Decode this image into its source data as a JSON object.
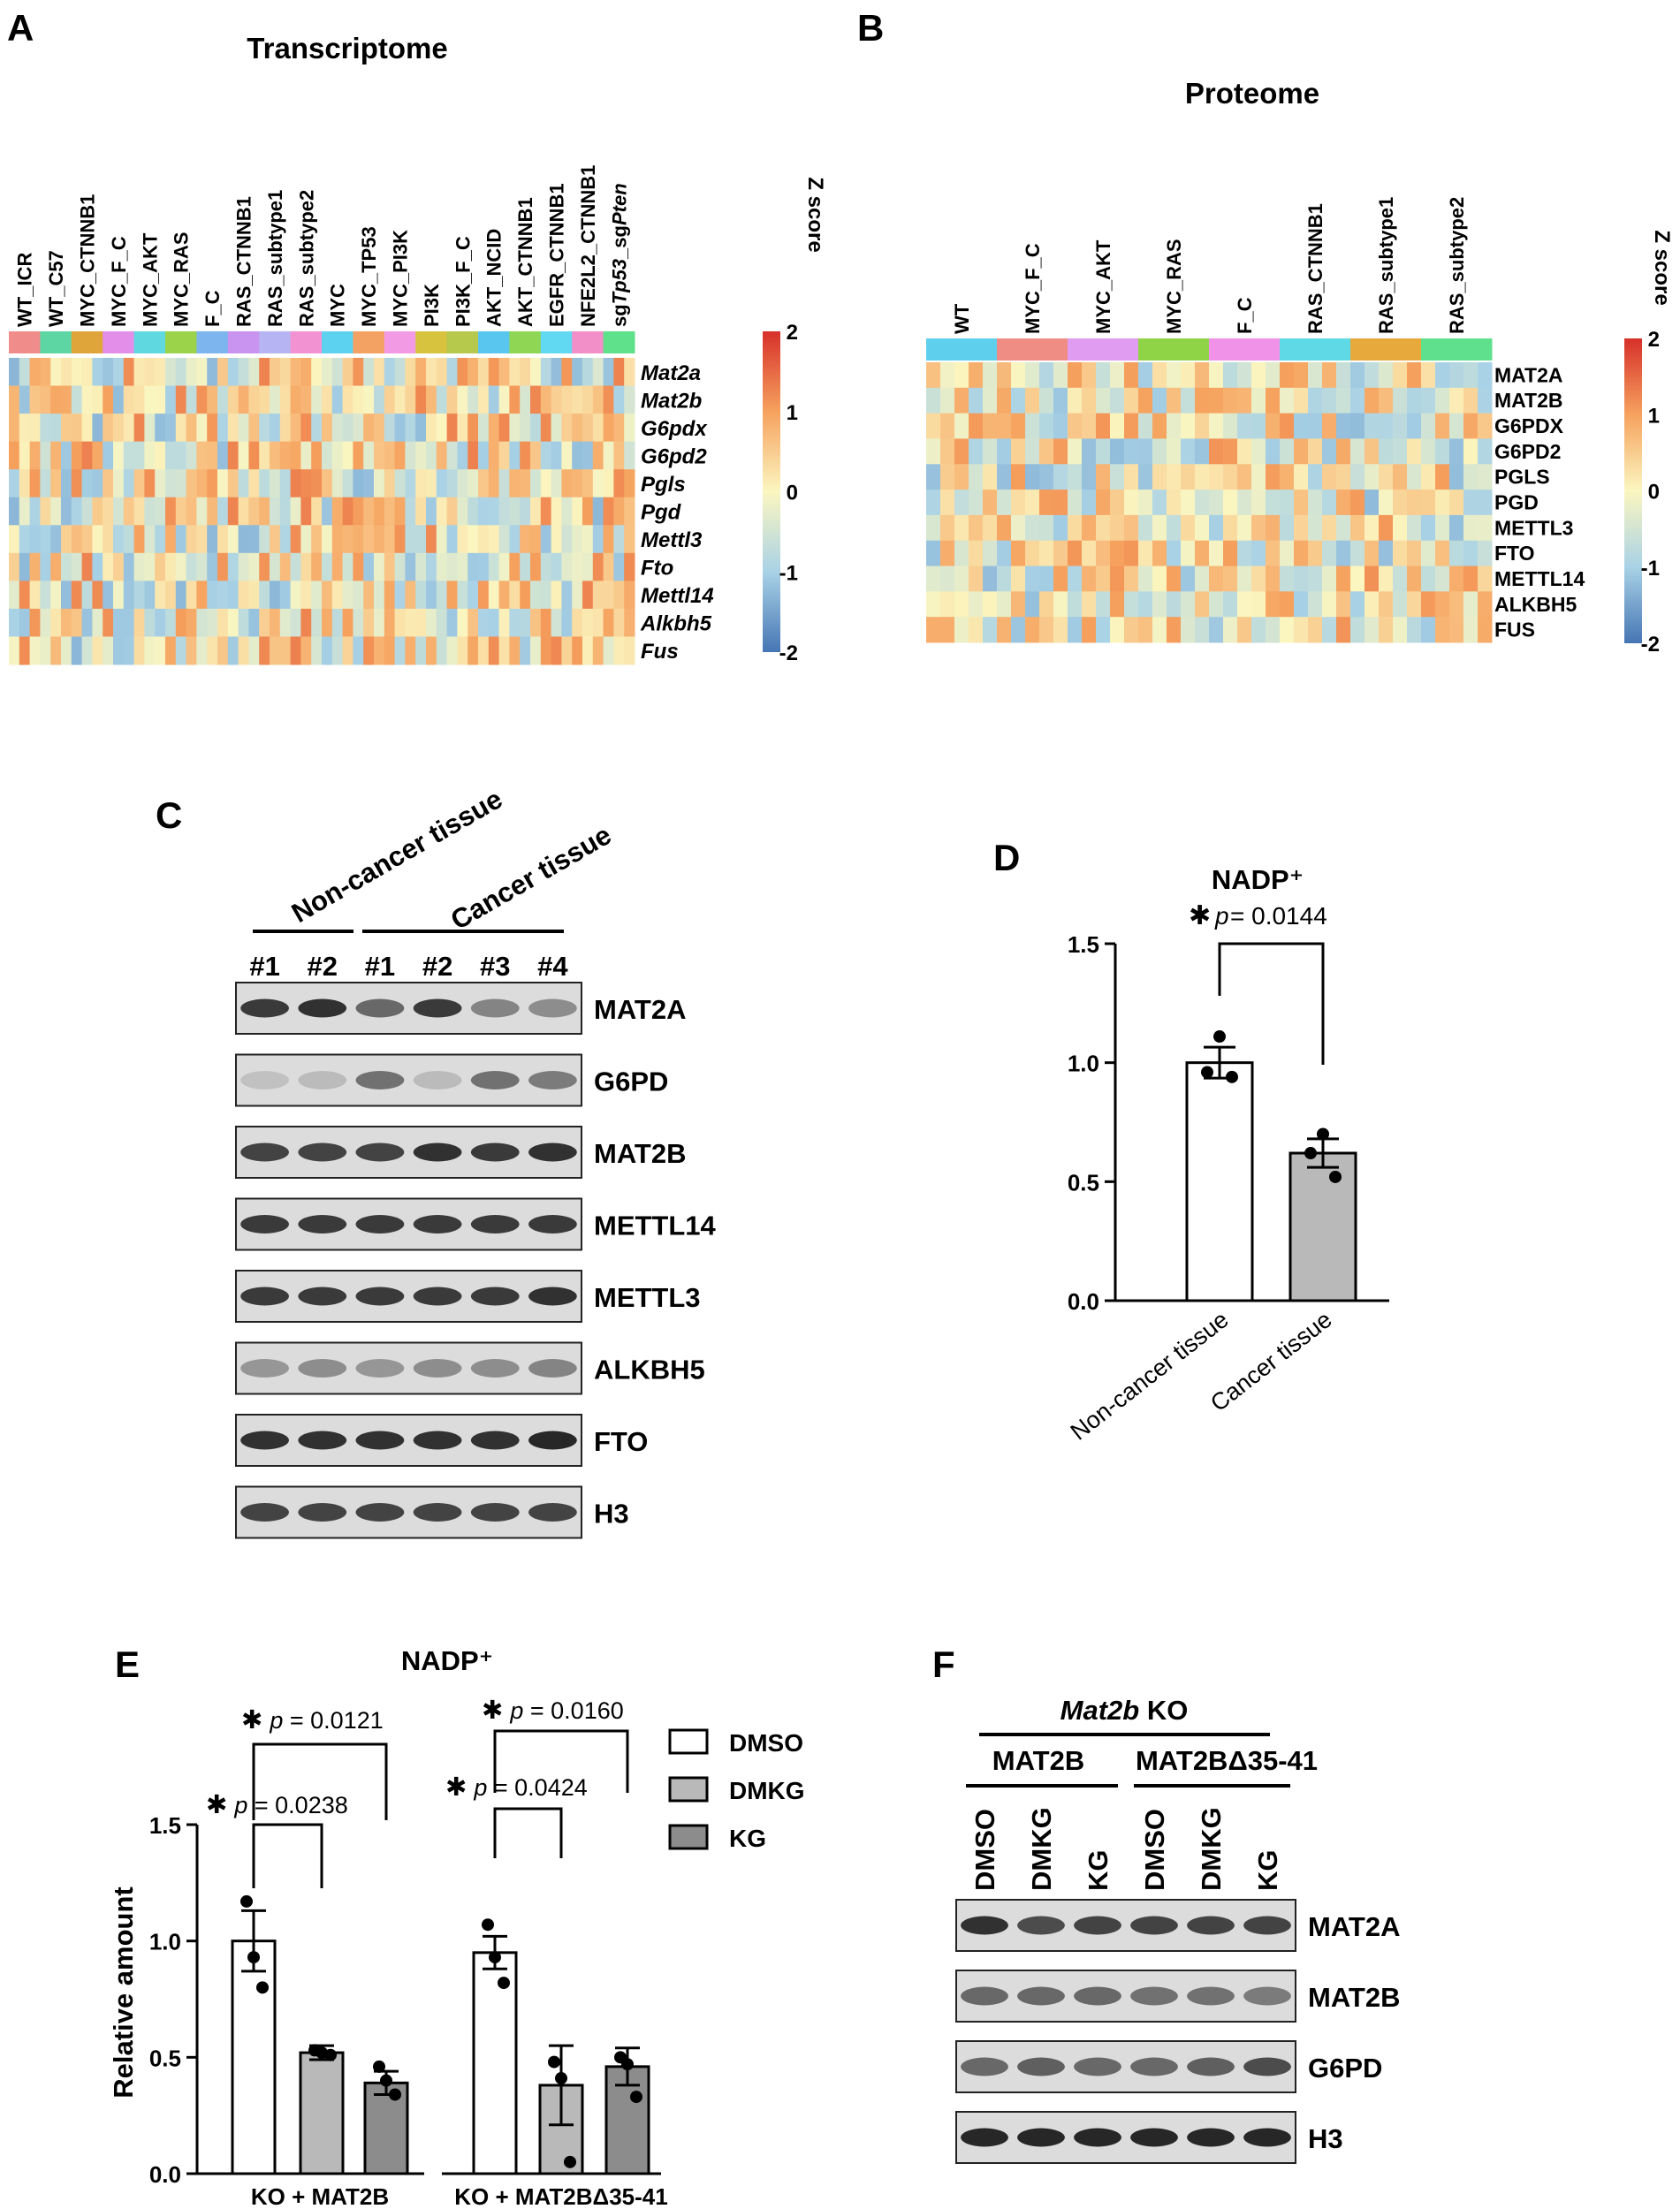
{
  "colors": {
    "scale_high": "#d7302a",
    "scale_mid": "#fbf6c0",
    "scale_low": "#4575b4",
    "bar_grey": "#b9b9b9",
    "bar_dark_grey": "#8c8c8c",
    "text": "#000000"
  },
  "panel_A": {
    "letter": "A",
    "title": "Transcriptome",
    "scale_label": "Z score",
    "scale_ticks": [
      "2",
      "1",
      "0",
      "-1",
      "-2"
    ],
    "columns": [
      {
        "label": "WT_ICR",
        "color": "#f08d8a"
      },
      {
        "label": "WT_C57",
        "color": "#5ed6a4"
      },
      {
        "label": "MYC_CTNNB1",
        "color": "#e0a53a"
      },
      {
        "label": "MYC_F_C",
        "color": "#e38ee9"
      },
      {
        "label": "MYC_AKT",
        "color": "#5fd8e0"
      },
      {
        "label": "MYC_RAS",
        "color": "#9bd44a"
      },
      {
        "label": "F_C",
        "color": "#7db5ee"
      },
      {
        "label": "RAS_CTNNB1",
        "color": "#c994ef"
      },
      {
        "label": "RAS_subtype1",
        "color": "#b6b4f2"
      },
      {
        "label": "RAS_subtype2",
        "color": "#f292d2"
      },
      {
        "label": "MYC",
        "color": "#5cd1f0"
      },
      {
        "label": "MYC_TP53",
        "color": "#f4a263"
      },
      {
        "label": "MYC_PI3K",
        "color": "#f39ae4"
      },
      {
        "label": "PI3K",
        "color": "#d8c33f"
      },
      {
        "label": "PI3K_F_C",
        "color": "#b6c94d"
      },
      {
        "label": "AKT_NCID",
        "color": "#58c6ef"
      },
      {
        "label": "AKT_CTNNB1",
        "color": "#8fd655"
      },
      {
        "label": "EGFR_CTNNB1",
        "color": "#61d9f2"
      },
      {
        "label": "NFE2L2_CTNNB1",
        "color": "#f28ec8"
      },
      {
        "label_prefix": "sg",
        "label_italic_1": "Tp53",
        "label_mid": "_sg",
        "label_italic_2": "Pten",
        "color": "#5fe08a"
      }
    ],
    "rows": [
      "Mat2a",
      "Mat2b",
      "G6pdx",
      "G6pd2",
      "Pgls",
      "Pgd",
      "Mettl3",
      "Fto",
      "Mettl14",
      "Alkbh5",
      "Fus"
    ]
  },
  "panel_B": {
    "letter": "B",
    "title": "Proteome",
    "scale_label": "Z score",
    "scale_ticks": [
      "2",
      "1",
      "0",
      "-1",
      "-2"
    ],
    "columns": [
      {
        "label": "WT",
        "color": "#5fcfee"
      },
      {
        "label": "MYC_F_C",
        "color": "#ef8c84"
      },
      {
        "label": "MYC_AKT",
        "color": "#df9cf0"
      },
      {
        "label": "MYC_RAS",
        "color": "#8fd447"
      },
      {
        "label": "F_C",
        "color": "#f092e8"
      },
      {
        "label": "RAS_CTNNB1",
        "color": "#5fd9e6"
      },
      {
        "label": "RAS_subtype1",
        "color": "#e7a93b"
      },
      {
        "label": "RAS_subtype2",
        "color": "#5fe08c"
      }
    ],
    "rows": [
      "MAT2A",
      "MAT2B",
      "G6PDX",
      "G6PD2",
      "PGLS",
      "PGD",
      "METTL3",
      "FTO",
      "METTL14",
      "ALKBH5",
      "FUS"
    ]
  },
  "panel_C": {
    "letter": "C",
    "group_1": "Non-cancer tissue",
    "group_2": "Cancer tissue",
    "lanes": [
      "#1",
      "#2",
      "#1",
      "#2",
      "#3",
      "#4"
    ],
    "blots": [
      "MAT2A",
      "G6PD",
      "MAT2B",
      "METTL14",
      "METTL3",
      "ALKBH5",
      "FTO",
      "H3"
    ],
    "band_intensity": [
      [
        0.85,
        0.9,
        0.6,
        0.85,
        0.45,
        0.4
      ],
      [
        0.12,
        0.15,
        0.55,
        0.15,
        0.55,
        0.5
      ],
      [
        0.8,
        0.8,
        0.8,
        0.9,
        0.85,
        0.9
      ],
      [
        0.85,
        0.85,
        0.85,
        0.85,
        0.85,
        0.85
      ],
      [
        0.85,
        0.85,
        0.85,
        0.85,
        0.85,
        0.9
      ],
      [
        0.35,
        0.4,
        0.35,
        0.4,
        0.4,
        0.45
      ],
      [
        0.9,
        0.9,
        0.9,
        0.9,
        0.9,
        0.95
      ],
      [
        0.8,
        0.8,
        0.8,
        0.8,
        0.8,
        0.8
      ]
    ]
  },
  "panel_D": {
    "letter": "D",
    "title": "NADP⁺",
    "significance": "✱",
    "p_label": "p",
    "p_value": " = 0.0144",
    "y_ticks": [
      "0.0",
      "0.5",
      "1.0",
      "1.5"
    ],
    "chart_data": {
      "type": "bar",
      "categories": [
        "Non-cancer tissue",
        "Cancer tissue"
      ],
      "values": [
        1.0,
        0.62
      ],
      "errors": [
        0.065,
        0.06
      ],
      "points": [
        [
          1.11,
          0.96,
          0.94
        ],
        [
          0.7,
          0.62,
          0.52
        ]
      ],
      "bar_colors": [
        "#ffffff",
        "#b9b9b9"
      ],
      "title": "NADP⁺",
      "ylim": [
        0,
        1.5
      ]
    }
  },
  "panel_E": {
    "letter": "E",
    "title": "NADP⁺",
    "ylabel": "Relative amount",
    "significance": "✱",
    "p_label": "p",
    "comparisons": [
      {
        "value": " = 0.0121"
      },
      {
        "value": " = 0.0238"
      },
      {
        "value": " = 0.0160"
      },
      {
        "value": " = 0.0424"
      }
    ],
    "y_ticks": [
      "0.0",
      "0.5",
      "1.0",
      "1.5"
    ],
    "groups": [
      "KO + MAT2B",
      "KO + MAT2BΔ35-41"
    ],
    "legend": [
      "DMSO",
      "DMKG",
      "KG"
    ],
    "chart_data": {
      "type": "bar",
      "categories": [
        "KO + MAT2B",
        "KO + MAT2BΔ35-41"
      ],
      "series": [
        {
          "name": "DMSO",
          "values": [
            1.0,
            0.95
          ],
          "errors": [
            0.13,
            0.07
          ],
          "points": [
            [
              1.17,
              0.93,
              0.8
            ],
            [
              1.07,
              0.93,
              0.82
            ]
          ]
        },
        {
          "name": "DMKG",
          "values": [
            0.52,
            0.38
          ],
          "errors": [
            0.03,
            0.17
          ],
          "points": [
            [
              0.53,
              0.52,
              0.51
            ],
            [
              0.48,
              0.41,
              0.05
            ]
          ]
        },
        {
          "name": "KG",
          "values": [
            0.39,
            0.46
          ],
          "errors": [
            0.05,
            0.08
          ],
          "points": [
            [
              0.46,
              0.4,
              0.34
            ],
            [
              0.5,
              0.47,
              0.33
            ]
          ]
        }
      ],
      "ylabel": "Relative amount",
      "ylim": [
        0,
        1.5
      ]
    }
  },
  "panel_F": {
    "letter": "F",
    "header_italic": "Mat2b",
    "header_rest": " KO",
    "group_1": "MAT2B",
    "group_2": "MAT2BΔ35-41",
    "lanes": [
      "DMSO",
      "DMKG",
      "KG",
      "DMSO",
      "DMKG",
      "KG"
    ],
    "blots": [
      "MAT2A",
      "MAT2B",
      "G6PD",
      "H3"
    ],
    "band_intensity": [
      [
        0.9,
        0.75,
        0.8,
        0.8,
        0.8,
        0.8
      ],
      [
        0.6,
        0.6,
        0.6,
        0.55,
        0.55,
        0.5
      ],
      [
        0.6,
        0.65,
        0.6,
        0.6,
        0.65,
        0.75
      ],
      [
        0.95,
        0.95,
        0.95,
        0.95,
        0.95,
        0.95
      ]
    ]
  }
}
